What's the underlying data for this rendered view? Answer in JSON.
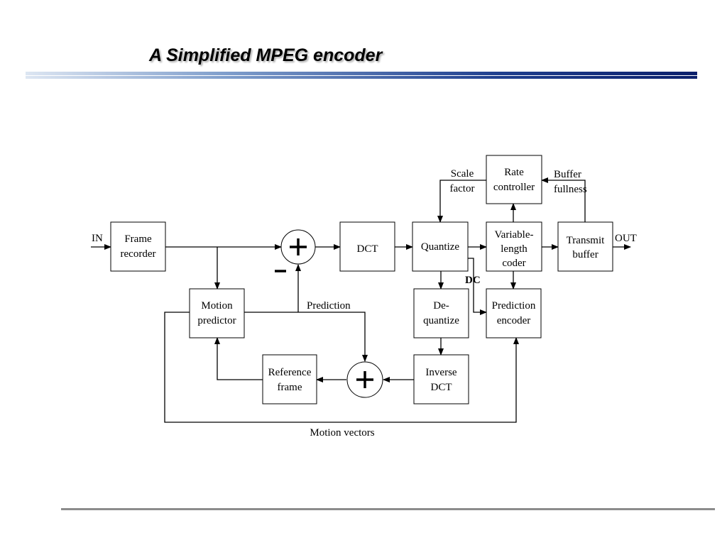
{
  "title": "A Simplified MPEG encoder",
  "blocks": {
    "frame_recorder": [
      "Frame",
      "recorder"
    ],
    "dct": [
      "DCT"
    ],
    "quantize": [
      "Quantize"
    ],
    "rate_controller": [
      "Rate",
      "controller"
    ],
    "vlc": [
      "Variable-",
      "length",
      "coder"
    ],
    "transmit_buffer": [
      "Transmit",
      "buffer"
    ],
    "motion_predictor": [
      "Motion",
      "predictor"
    ],
    "dequantize": [
      "De-",
      "quantize"
    ],
    "prediction_encoder": [
      "Prediction",
      "encoder"
    ],
    "reference_frame": [
      "Reference",
      "frame"
    ],
    "inverse_dct": [
      "Inverse",
      "DCT"
    ]
  },
  "labels": {
    "in": "IN",
    "out": "OUT",
    "scale_factor": [
      "Scale",
      "factor"
    ],
    "buffer_fullness": [
      "Buffer",
      "fullness"
    ],
    "dc": "DC",
    "prediction": "Prediction",
    "motion_vectors": "Motion vectors",
    "minus": "–"
  }
}
